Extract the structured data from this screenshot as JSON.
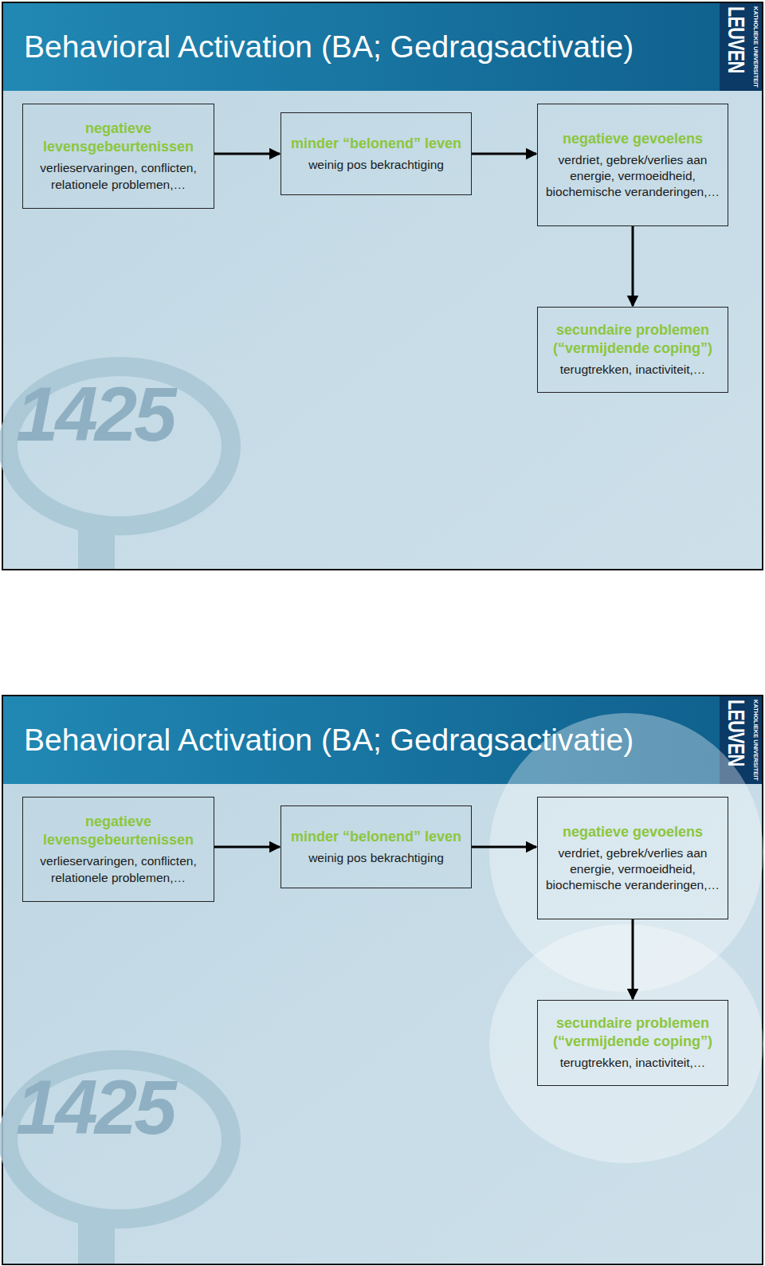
{
  "diagram": {
    "nodes": [
      {
        "text": [
          "negatieve levensgebeurtenissen",
          "verlieservaringen, conflicten, relationele problemen,…"
        ]
      },
      {
        "text": [
          "minder “belonend” leven",
          "weinig pos bekrachtiging"
        ]
      },
      {
        "text": [
          "negatieve gevoelens",
          "verdriet, gebrek/verlies aan energie, vermoeidheid, biochemische veranderingen,…"
        ]
      },
      {
        "text": [
          "secundaire problemen (“vermijdende coping”)",
          "terugtrekken, inactiviteit,…"
        ]
      },
      {
        "text": [
          "negatieve levensgebeurtenissen",
          "verlieservaringen, conflicten, relationele problemen,…"
        ]
      },
      {
        "text": [
          "minder “belonend” leven",
          "weinig pos bekrachtiging"
        ]
      },
      {
        "text": [
          "negatieve gevoelens",
          "verdriet, gebrek/verlies aan energie, vermoeidheid, biochemische veranderingen,…"
        ]
      },
      {
        "text": [
          "secundaire problemen (“vermijdende coping”)",
          "terugtrekken, inactiviteit,…"
        ]
      }
    ],
    "edges": [
      {
        "from": 0,
        "to": 1,
        "arrow": "to"
      },
      {
        "from": 1,
        "to": 2,
        "arrow": "to"
      },
      {
        "from": 2,
        "to": 3,
        "arrow": "to"
      },
      {
        "from": 4,
        "to": 5,
        "arrow": "to"
      },
      {
        "from": 5,
        "to": 6,
        "arrow": "to"
      },
      {
        "from": 6,
        "to": 7,
        "arrow": "to"
      }
    ],
    "labels": [
      "Behavioral Activation (BA; Gedragsactivatie)",
      "KATHOLIEKE UNIVERSITEIT",
      "LEUVEN",
      "1425",
      "Behavioral Activation (BA; Gedragsactivatie)",
      "KATHOLIEKE UNIVERSITEIT",
      "LEUVEN",
      "1425"
    ]
  }
}
